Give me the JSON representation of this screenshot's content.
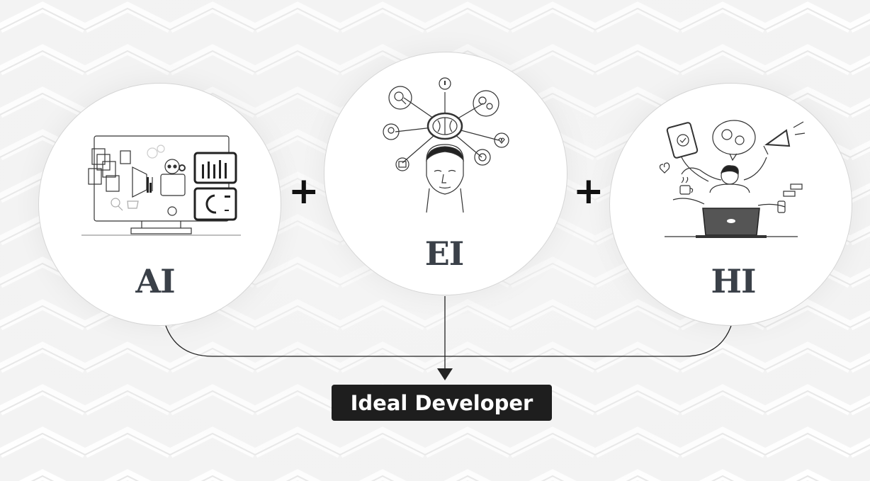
{
  "nodes": {
    "ai": {
      "label": "AI"
    },
    "ei": {
      "label": "EI"
    },
    "hi": {
      "label": "HI"
    }
  },
  "operators": {
    "plus_1": "+",
    "plus_2": "+"
  },
  "result": {
    "label": "Ideal Developer"
  },
  "colors": {
    "background": "#f3f3f3",
    "circle_fill": "#ffffff",
    "node_label": "#3a4048",
    "result_box": "#1e1e1e",
    "result_text": "#ffffff",
    "connector": "#222222"
  },
  "icons": {
    "ai": "robot-data-extraction-illustration",
    "ei": "brain-head-illustration",
    "hi": "multitasking-person-illustration"
  }
}
